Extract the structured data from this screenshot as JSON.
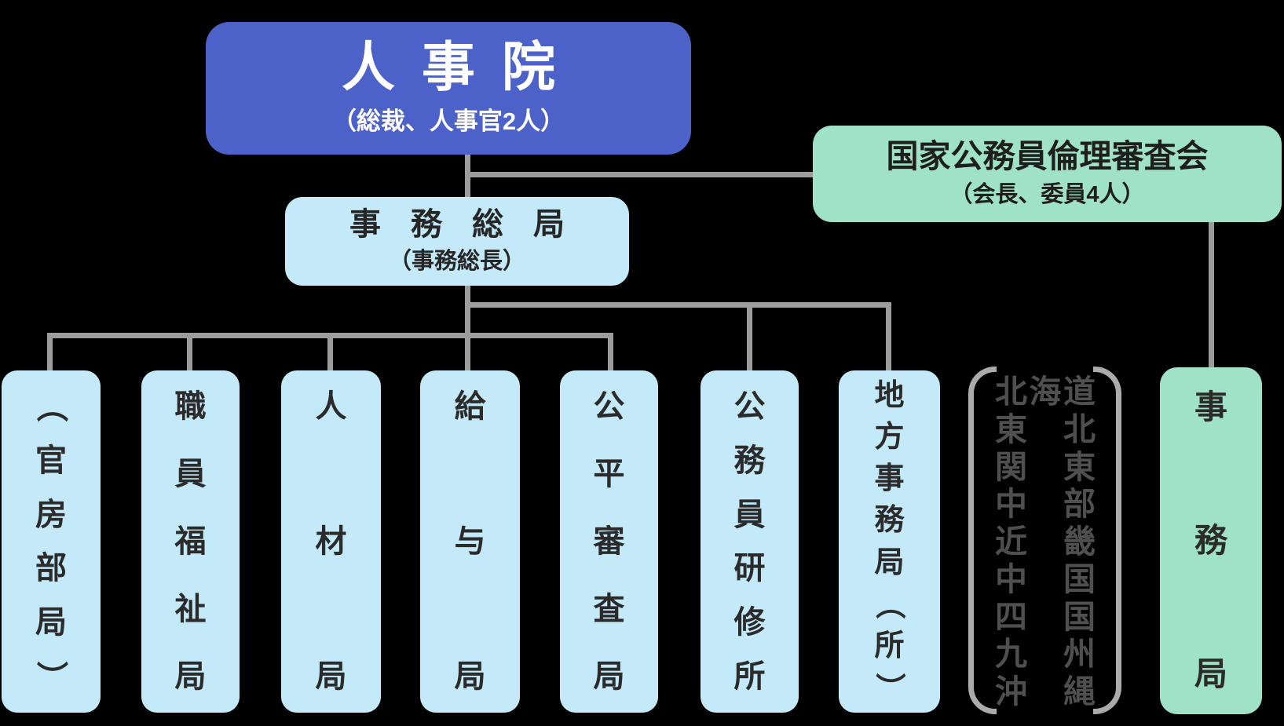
{
  "chart": {
    "root": {
      "title": "人事院",
      "subtitle": "（総裁、人事官2人）"
    },
    "ethics_board": {
      "title": "国家公務員倫理審査会",
      "subtitle": "（会長、委員4人）"
    },
    "secretariat_general": {
      "title": "事務総局",
      "subtitle": "（事務総長）"
    },
    "departments": [
      {
        "label": "（官房部局）"
      },
      {
        "label": "職員福祉局"
      },
      {
        "label": "人材局"
      },
      {
        "label": "給与局"
      },
      {
        "label": "公平審査局"
      },
      {
        "label": "公務員研修所"
      },
      {
        "label": "地方事務局（所）"
      }
    ],
    "regions": [
      "北海道",
      "東北",
      "関東",
      "中部",
      "近畿",
      "中国",
      "四国",
      "九州",
      "沖縄"
    ],
    "ethics_secretariat": {
      "label": "事務局"
    },
    "colors": {
      "background": "#000000",
      "root_bg": "#4d62c8",
      "dept_bg": "#c4e9f8",
      "green_bg": "#a0e2c8",
      "line": "#9c9c9c",
      "bracket": "#ababab",
      "text_dark": "#2b2b2b",
      "text_light": "#ffffff",
      "region_text": "#4f4f4f"
    }
  }
}
